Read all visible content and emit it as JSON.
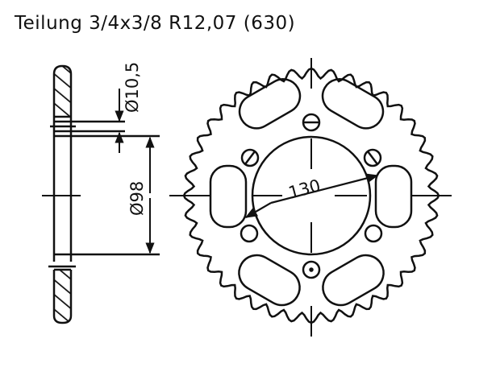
{
  "title": "Teilung 3/4x3/8 R12,07 (630)",
  "drawing": {
    "type": "sprocket technical drawing",
    "side_view": {
      "dim_bolt_hole": "Ø10,5",
      "dim_center_bore": "Ø98"
    },
    "front_view": {
      "dim_bolt_circle": "130",
      "teeth_count_estimate": 40,
      "bolt_holes": 6,
      "lightening_slots": 6
    },
    "line_color": "#111111",
    "background": "#ffffff"
  }
}
